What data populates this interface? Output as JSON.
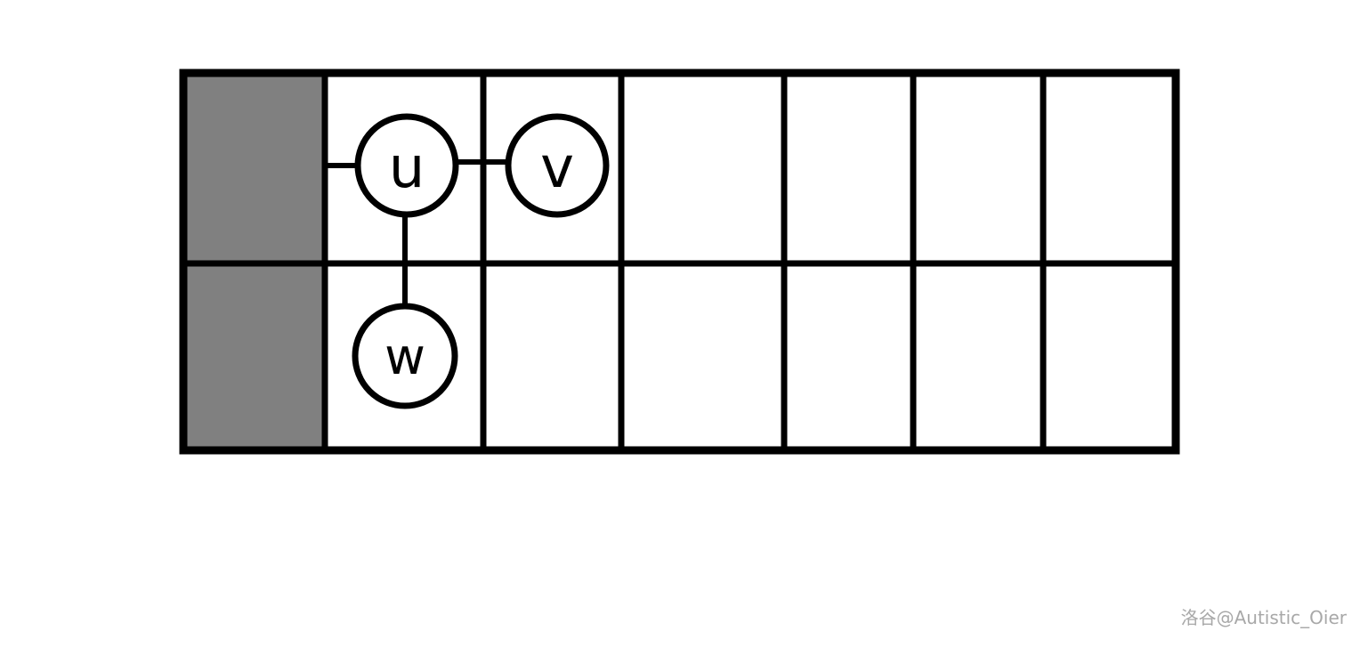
{
  "diagram": {
    "grid": {
      "rows": 2,
      "cols": 7,
      "blocked_column": 1,
      "blocked_color": "#808080"
    },
    "nodes": [
      {
        "id": "u",
        "label": "u",
        "cell": [
          1,
          2
        ]
      },
      {
        "id": "v",
        "label": "v",
        "cell": [
          1,
          3
        ]
      },
      {
        "id": "w",
        "label": "w",
        "cell": [
          2,
          2
        ]
      }
    ],
    "edges": [
      [
        "u",
        "v"
      ],
      [
        "u",
        "w"
      ],
      [
        "u",
        "left"
      ]
    ]
  },
  "watermark": "洛谷@Autistic_Oier"
}
